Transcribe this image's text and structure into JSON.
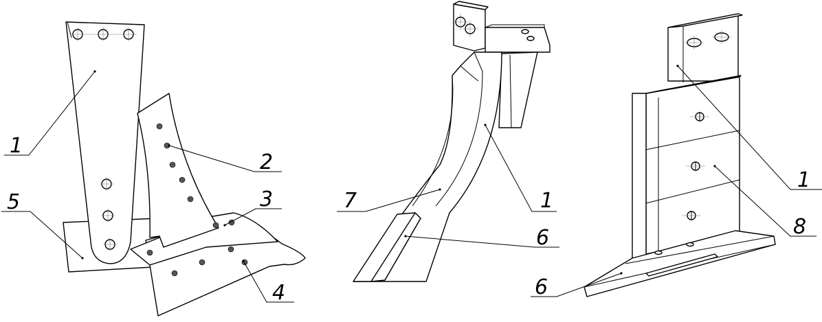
{
  "figures": [
    {
      "id": "left",
      "labels": [
        {
          "key": "1",
          "text": "1"
        },
        {
          "key": "2",
          "text": "2"
        },
        {
          "key": "3",
          "text": "3"
        },
        {
          "key": "4",
          "text": "4"
        },
        {
          "key": "5",
          "text": "5"
        }
      ]
    },
    {
      "id": "middle",
      "labels": [
        {
          "key": "7",
          "text": "7"
        },
        {
          "key": "1",
          "text": "1"
        },
        {
          "key": "6",
          "text": "6"
        }
      ]
    },
    {
      "id": "right",
      "labels": [
        {
          "key": "1",
          "text": "1"
        },
        {
          "key": "8",
          "text": "8"
        },
        {
          "key": "6",
          "text": "6"
        }
      ]
    }
  ]
}
